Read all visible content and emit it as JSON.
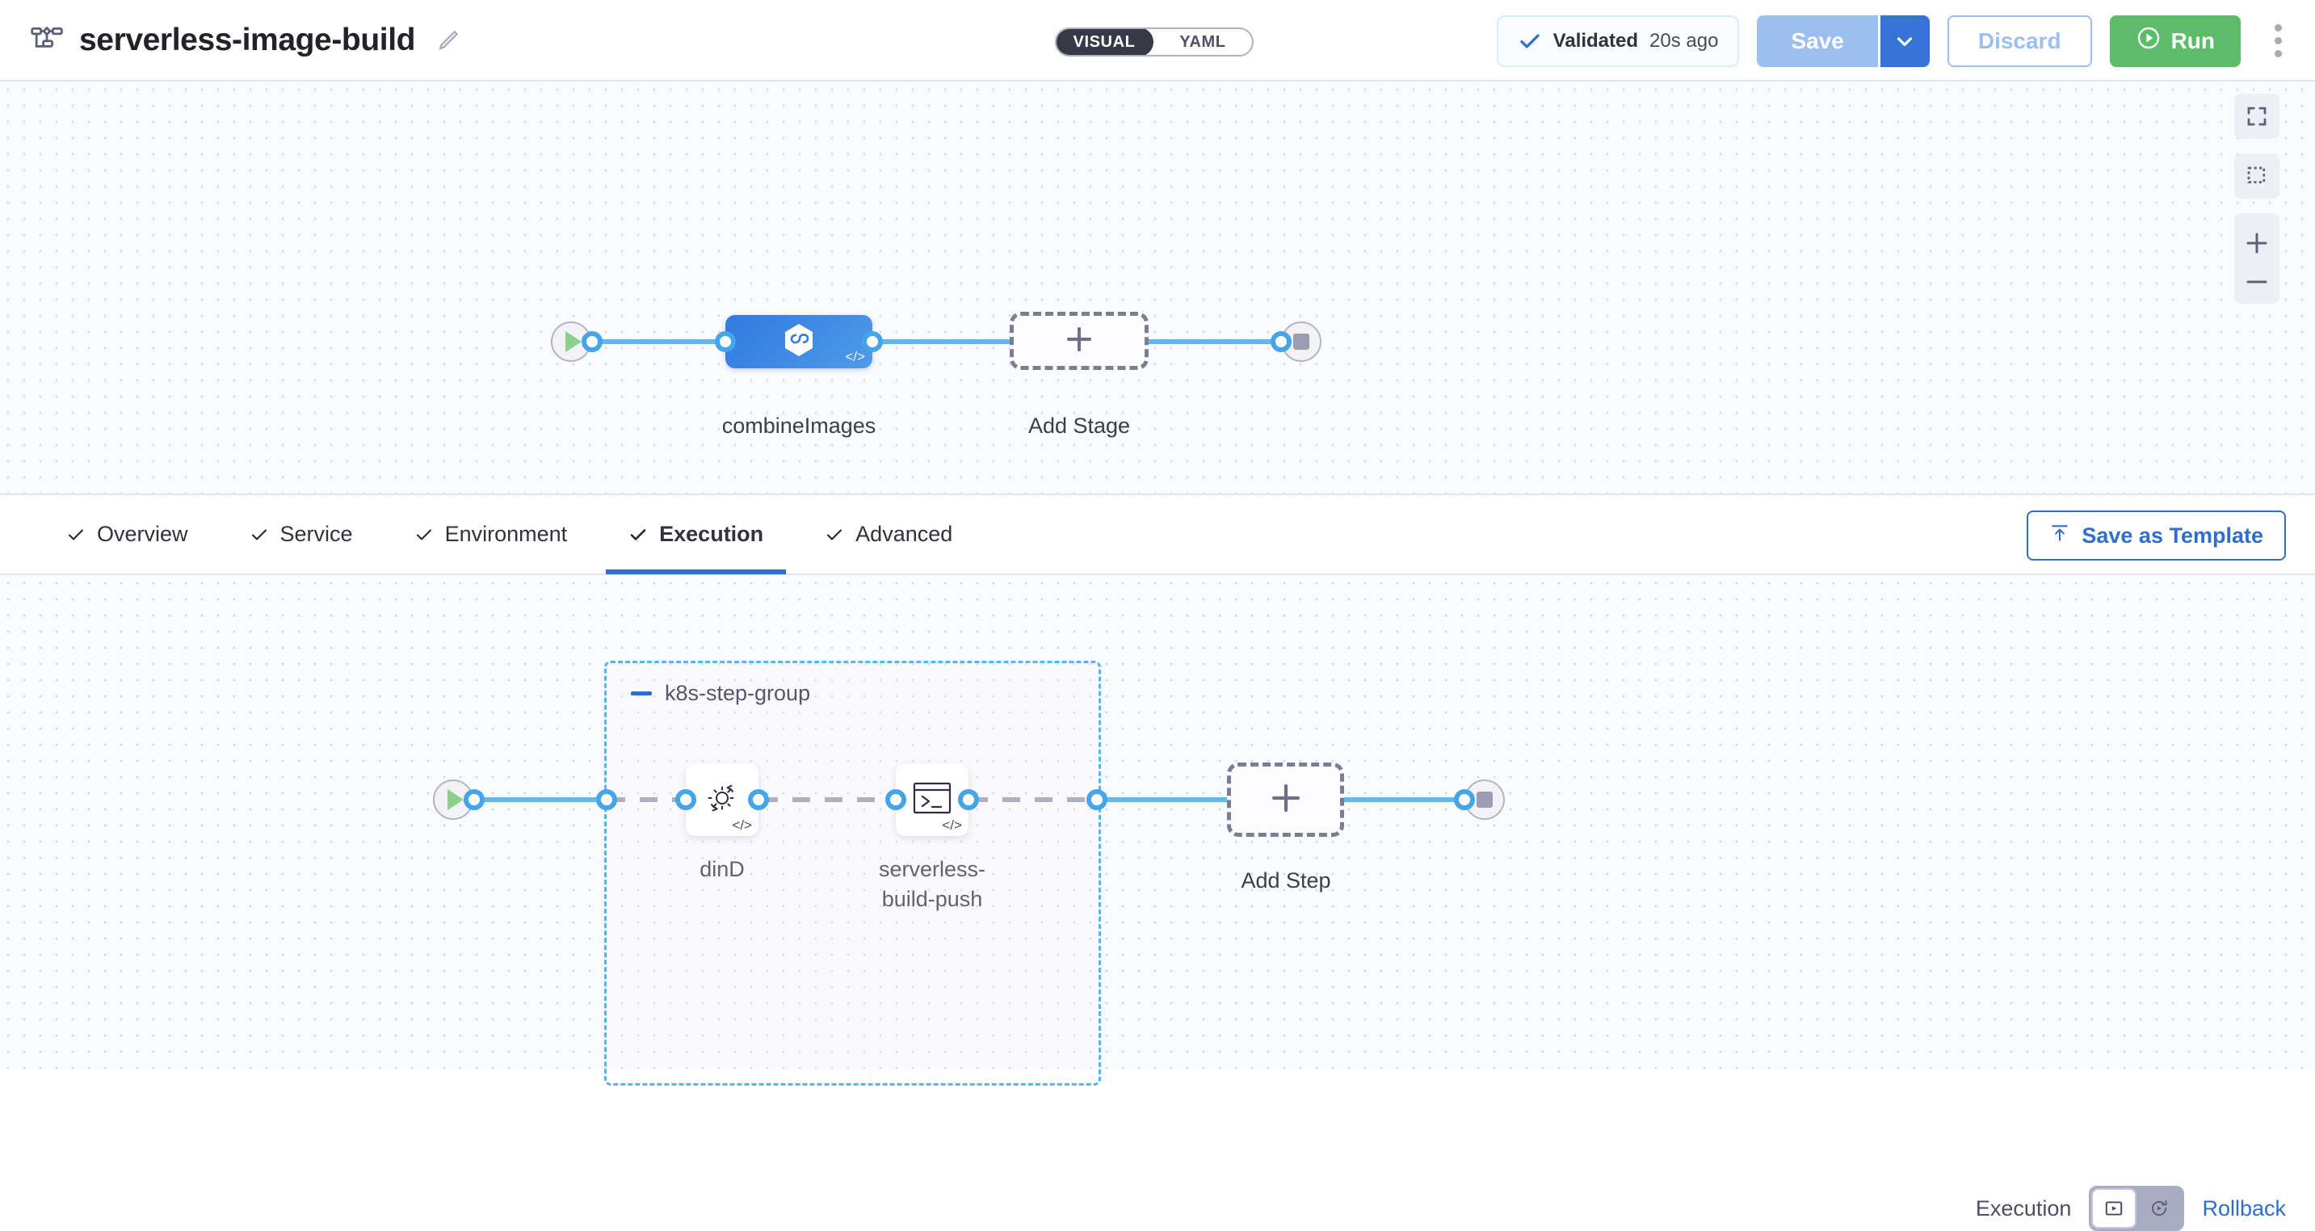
{
  "header": {
    "pipeline_icon": "pipeline-nodes-icon",
    "title": "serverless-image-build",
    "edit_icon": "pencil-edit-icon",
    "mode_toggle": {
      "options": [
        "VISUAL",
        "YAML"
      ],
      "selected": "VISUAL"
    },
    "validation": {
      "icon": "check-icon",
      "label": "Validated",
      "time": "20s ago"
    },
    "save_label": "Save",
    "save_caret_icon": "chevron-down-icon",
    "discard_label": "Discard",
    "run_label": "Run",
    "run_icon": "play-circle-icon",
    "kebab_icon": "more-vertical-icon"
  },
  "stage_canvas": {
    "start_node": {
      "icon": "play-icon"
    },
    "end_node": {
      "icon": "stop-icon"
    },
    "stage": {
      "name": "combineImages",
      "icon": "harness-cd-hexagon-icon",
      "badge": "code-badge"
    },
    "add_stage": {
      "label": "Add Stage",
      "icon": "plus-icon"
    },
    "controls": [
      {
        "name": "fit-to-screen-icon"
      },
      {
        "name": "selection-box-icon"
      },
      {
        "name": "zoom-in-icon"
      },
      {
        "name": "zoom-out-icon"
      }
    ]
  },
  "tabs": {
    "items": [
      {
        "label": "Overview",
        "icon": "check-icon",
        "active": false
      },
      {
        "label": "Service",
        "icon": "check-icon",
        "active": false
      },
      {
        "label": "Environment",
        "icon": "check-icon",
        "active": false
      },
      {
        "label": "Execution",
        "icon": "check-icon",
        "active": true
      },
      {
        "label": "Advanced",
        "icon": "check-icon",
        "active": false
      }
    ],
    "save_as_template": {
      "label": "Save as Template",
      "icon": "template-upload-icon"
    }
  },
  "step_canvas": {
    "exec_toggle": {
      "execution_label": "Execution",
      "rollback_label": "Rollback",
      "execution_icon": "execution-play-icon",
      "rollback_icon": "rollback-rotate-icon",
      "selected": "Execution"
    },
    "start_node": {
      "icon": "play-icon"
    },
    "end_node": {
      "icon": "stop-icon"
    },
    "group": {
      "title": "k8s-step-group",
      "collapse_icon": "minus-collapse-icon",
      "steps": [
        {
          "name": "dinD",
          "icon": "gear-refresh-icon",
          "badge": "code-badge"
        },
        {
          "name": "serverless-build-push",
          "icon": "terminal-shell-icon",
          "badge": "code-badge"
        }
      ]
    },
    "add_step": {
      "label": "Add Step",
      "icon": "plus-icon"
    }
  },
  "colors": {
    "accent_blue": "#2f6ed1",
    "link_blue": "#63b7ec",
    "run_green": "#5cbc6a",
    "stage_blue": "#2f7ae0",
    "group_border": "#56b7ef",
    "canvas_bg": "#fafbfd"
  }
}
